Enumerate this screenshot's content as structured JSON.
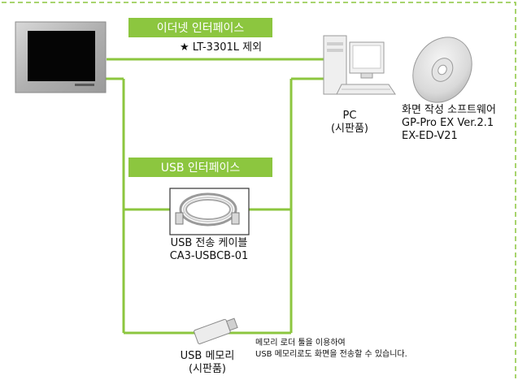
{
  "colors": {
    "line": "#8cc63f",
    "dashed_border": "#8cc63f",
    "banner_bg": "#8cc63f",
    "banner_text": "#ffffff"
  },
  "ethernet": {
    "banner": "이더넷 인터페이스",
    "note": "★ LT-3301L 제외"
  },
  "usb": {
    "banner": "USB 인터페이스"
  },
  "pc": {
    "line1": "PC",
    "line2": "(시판품)"
  },
  "software": {
    "line1": "화면 작성 소프트웨어",
    "line2": "GP-Pro EX Ver.2.1",
    "line3": "EX-ED-V21"
  },
  "cable": {
    "line1": "USB 전송 케이블",
    "line2": "CA3-USBCB-01"
  },
  "usb_memory": {
    "line1": "USB 메모리",
    "line2": "(시판품)"
  },
  "memory_note": {
    "line1": "메모리 로더 툴을 이용하여",
    "line2": "USB 메모리로도 화면을 전송할 수 있습니다."
  }
}
